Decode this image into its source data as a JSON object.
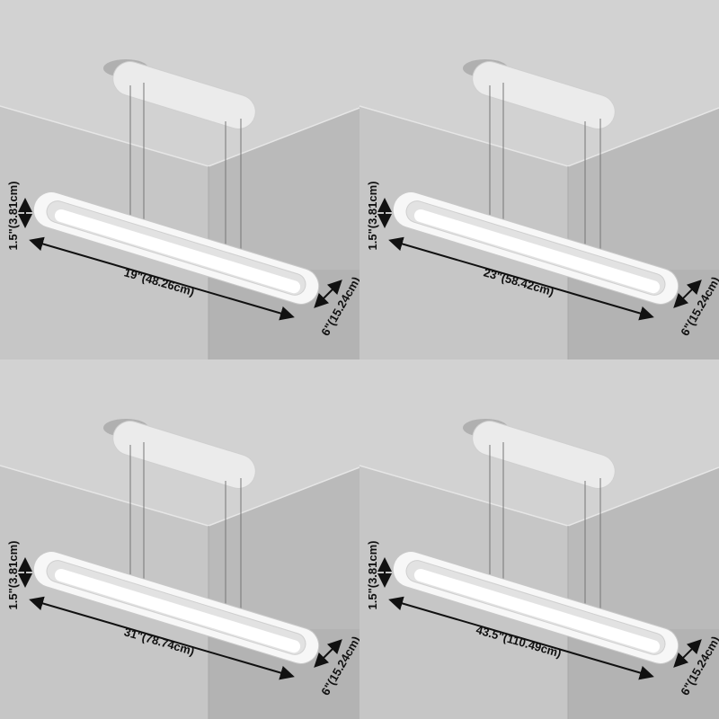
{
  "panels": [
    {
      "height_label": "1.5\"(3.81cm)",
      "length_label": "19\"(48.26cm)",
      "width_label": "6\"(15.24cm)"
    },
    {
      "height_label": "1.5\"(3.81cm)",
      "length_label": "23\"(58.42cm)",
      "width_label": "6\"(15.24cm)"
    },
    {
      "height_label": "1.5\"(3.81cm)",
      "length_label": "31\"(78.74cm)",
      "width_label": "6\"(15.24cm)"
    },
    {
      "height_label": "1.5\"(3.81cm)",
      "length_label": "43.5\"(110.49cm)",
      "width_label": "6\"(15.24cm)"
    }
  ],
  "colors": {
    "ceiling": "#d2d2d2",
    "left_wall": "#c6c6c6",
    "right_wall": "#bababa",
    "fixture": "#f7f7f7",
    "text": "#111111"
  }
}
